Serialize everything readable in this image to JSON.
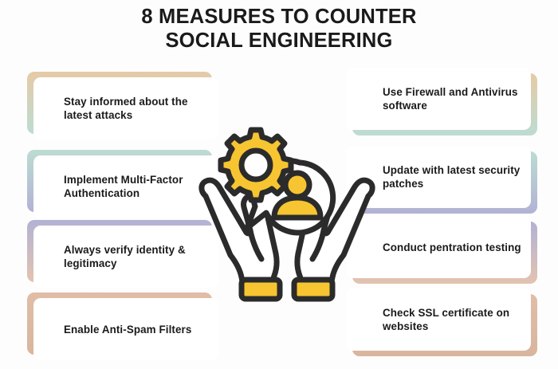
{
  "title": {
    "line1": "8 MEASURES TO COUNTER",
    "line2": "SOCIAL ENGINEERING"
  },
  "colors": {
    "background": "#fdfdfd",
    "text": "#1a1a1a",
    "card_face": "#ffffff",
    "accent_yellow": "#f7c531",
    "outline_dark": "#2b2b2b",
    "tan": "#e6caa6",
    "mint": "#bcdcd2",
    "periwinkle": "#b2b2d4",
    "rose": "#e3c3b0"
  },
  "left_column": [
    {
      "text": "Stay informed about the latest attacks",
      "gradient_from": "#e6caa6",
      "gradient_to": "#bcdcd2"
    },
    {
      "text": "Implement Multi-Factor Authentication",
      "gradient_from": "#bcdcd2",
      "gradient_to": "#b2b2d4"
    },
    {
      "text": "Always verify identity & legitimacy",
      "gradient_from": "#b2b2d4",
      "gradient_to": "#e3c3b0"
    },
    {
      "text": "Enable Anti-Spam Filters",
      "gradient_from": "#e0bda6",
      "gradient_to": "#d9b59e"
    }
  ],
  "right_column": [
    {
      "text": "Use Firewall and Antivirus software",
      "gradient_from": "#e6caa6",
      "gradient_to": "#bcdcd2"
    },
    {
      "text": "Update with latest security patches",
      "gradient_from": "#bcdcd2",
      "gradient_to": "#b2b2d4"
    },
    {
      "text": "Conduct pentration testing",
      "gradient_from": "#b2b2d4",
      "gradient_to": "#e3c3b0"
    },
    {
      "text": "Check SSL certificate on websites",
      "gradient_from": "#e0bda6",
      "gradient_to": "#d9b59e"
    }
  ],
  "illustration": {
    "description": "Two cupped open hands holding a gear and a speech bubble with a user icon",
    "parts": [
      "open-hands-icon",
      "gear-icon",
      "speech-bubble-icon",
      "user-person-icon",
      "wrist-cuff-left",
      "wrist-cuff-right"
    ]
  }
}
